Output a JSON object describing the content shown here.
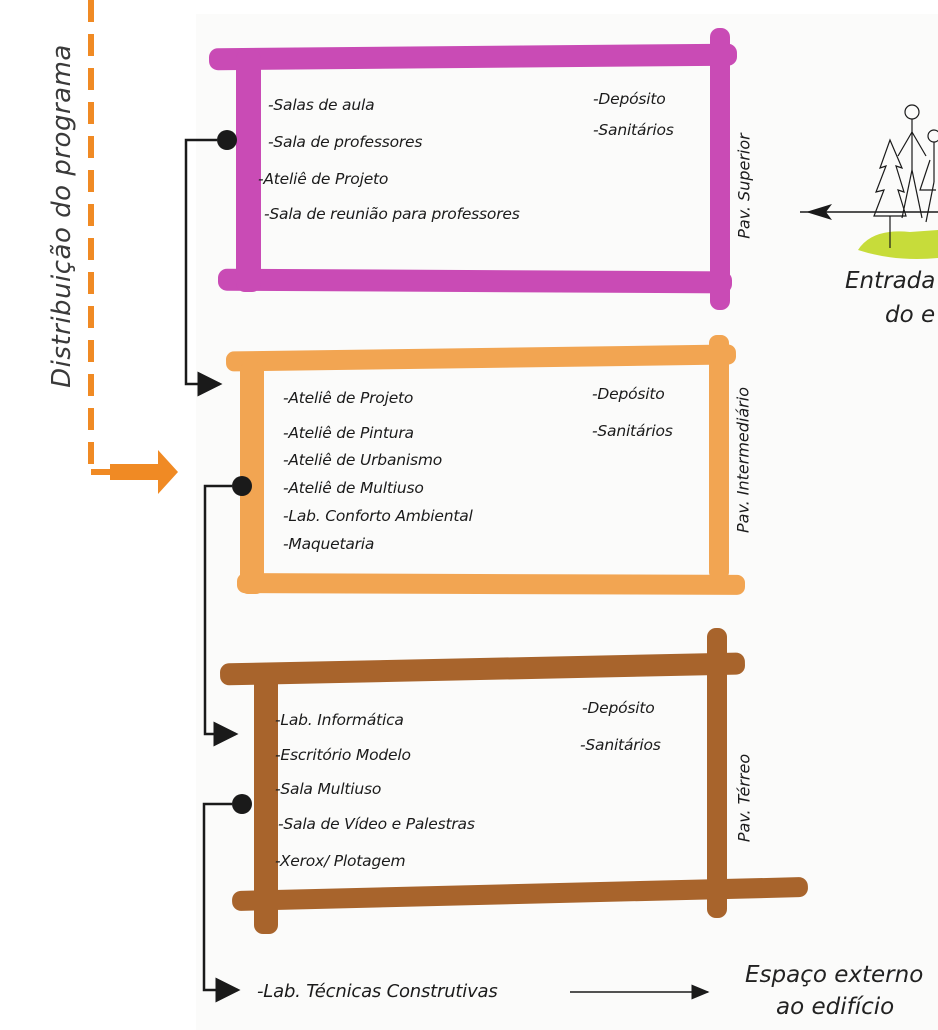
{
  "side_title": "Distribuição do programa",
  "floors": {
    "superior": {
      "label": "Pav. Superior",
      "items": [
        "-Salas de aula",
        "-Sala de professores",
        "-Ateliê de Projeto",
        "-Sala de reunião para professores"
      ],
      "service": [
        "-Depósito",
        "-Sanitários"
      ],
      "color": "#c94bb5"
    },
    "intermediario": {
      "label": "Pav. Intermediário",
      "items": [
        "-Ateliê de Projeto",
        "-Ateliê de Pintura",
        "-Ateliê de Urbanismo",
        "-Ateliê de Multiuso",
        "-Lab. Conforto Ambiental",
        "-Maquetaria"
      ],
      "service": [
        "-Depósito",
        "-Sanitários"
      ],
      "color": "#f2a552"
    },
    "terreo": {
      "label": "Pav. Térreo",
      "items": [
        "-Lab. Informática",
        "-Escritório Modelo",
        "-Sala Multiuso",
        "-Sala de Vídeo e Palestras",
        "-Xerox/ Plotagem"
      ],
      "service": [
        "-Depósito",
        "-Sanitários"
      ],
      "color": "#a8642c"
    }
  },
  "external": {
    "item": "-Lab. Técnicas Construtivas",
    "label_line1": "Espaço externo",
    "label_line2": "ao edifício"
  },
  "entrance": {
    "line1": "Entrada",
    "line2": "do e"
  },
  "accent_color": "#f08a24"
}
